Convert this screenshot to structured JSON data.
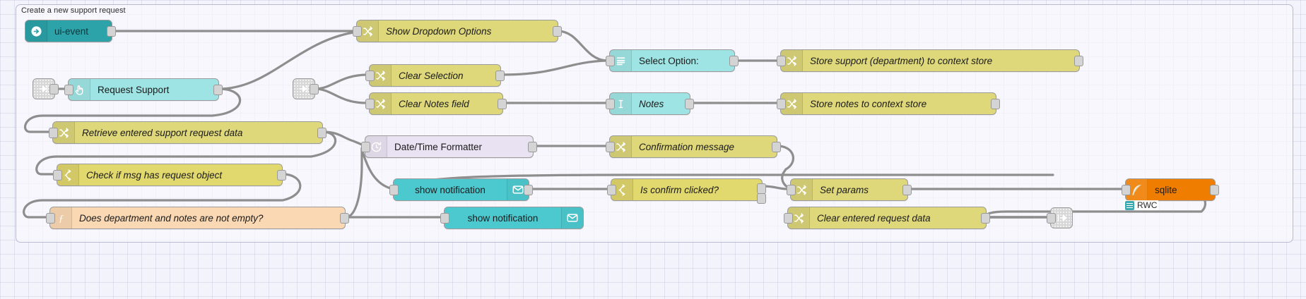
{
  "workspace": {
    "group_label": "Create a new support request",
    "background": "#f3f3fb",
    "wire_color": "#8e8e8e"
  },
  "palette_colors": {
    "change": "#dfd87b",
    "switch": "#e2d96e",
    "function": "#fad8b3",
    "ui_light": "#9fe4e4",
    "ui_teal": "#4cc9cf",
    "ui_event": "#2ba3a8",
    "datetime": "#e8e2f2",
    "sqlite": "#ef7d00",
    "link": "#d9d9d9"
  },
  "nodes": [
    {
      "id": "ui-event",
      "label": "ui-event",
      "type": "ui-event",
      "icon": "arrow-right-circle-icon"
    },
    {
      "id": "show-dropdown",
      "label": "Show Dropdown Options",
      "type": "change",
      "icon": "change-shuffle-icon"
    },
    {
      "id": "select-option",
      "label": "Select Option:",
      "type": "ui-dropdown",
      "icon": "dropdown-list-icon"
    },
    {
      "id": "store-support",
      "label": "Store support (department) to context store",
      "type": "change",
      "icon": "change-shuffle-icon"
    },
    {
      "id": "link-in-1",
      "label": "link in",
      "type": "link-in",
      "icon": "link-in-icon"
    },
    {
      "id": "request-support",
      "label": "Request Support",
      "type": "ui-button",
      "icon": "pointer-hand-icon"
    },
    {
      "id": "link-in-2",
      "label": "link in",
      "type": "link-in",
      "icon": "link-in-icon"
    },
    {
      "id": "clear-selection",
      "label": "Clear Selection",
      "type": "change",
      "icon": "change-shuffle-icon"
    },
    {
      "id": "clear-notes",
      "label": "Clear Notes field",
      "type": "change",
      "icon": "change-shuffle-icon"
    },
    {
      "id": "notes",
      "label": "Notes",
      "type": "ui-text-input",
      "icon": "text-cursor-icon"
    },
    {
      "id": "store-notes",
      "label": "Store notes to context store",
      "type": "change",
      "icon": "change-shuffle-icon"
    },
    {
      "id": "retrieve-data",
      "label": "Retrieve entered support request data",
      "type": "change",
      "icon": "change-shuffle-icon"
    },
    {
      "id": "date-formatter",
      "label": "Date/Time Formatter",
      "type": "datetime",
      "icon": "clock-icon"
    },
    {
      "id": "confirmation",
      "label": "Confirmation message",
      "type": "change",
      "icon": "change-shuffle-icon"
    },
    {
      "id": "check-msg",
      "label": "Check if msg has request object",
      "type": "switch",
      "icon": "switch-branch-icon"
    },
    {
      "id": "show-notif-1",
      "label": "show notification",
      "type": "ui-notify",
      "icon": "envelope-icon"
    },
    {
      "id": "is-confirm",
      "label": "Is confirm clicked?",
      "type": "switch",
      "icon": "switch-branch-icon"
    },
    {
      "id": "set-params",
      "label": "Set params",
      "type": "change",
      "icon": "change-shuffle-icon"
    },
    {
      "id": "sqlite",
      "label": "sqlite",
      "type": "sqlite",
      "icon": "feather-icon"
    },
    {
      "id": "dept-notes",
      "label": "Does department and notes are not empty?",
      "type": "function",
      "icon": "function-icon"
    },
    {
      "id": "show-notif-2",
      "label": "show notification",
      "type": "ui-notify",
      "icon": "envelope-icon"
    },
    {
      "id": "clear-entered",
      "label": "Clear entered request data",
      "type": "change",
      "icon": "change-shuffle-icon"
    },
    {
      "id": "link-out-1",
      "label": "link out",
      "type": "link-out",
      "icon": "link-out-icon"
    }
  ],
  "status": {
    "sqlite_status": "RWC"
  }
}
